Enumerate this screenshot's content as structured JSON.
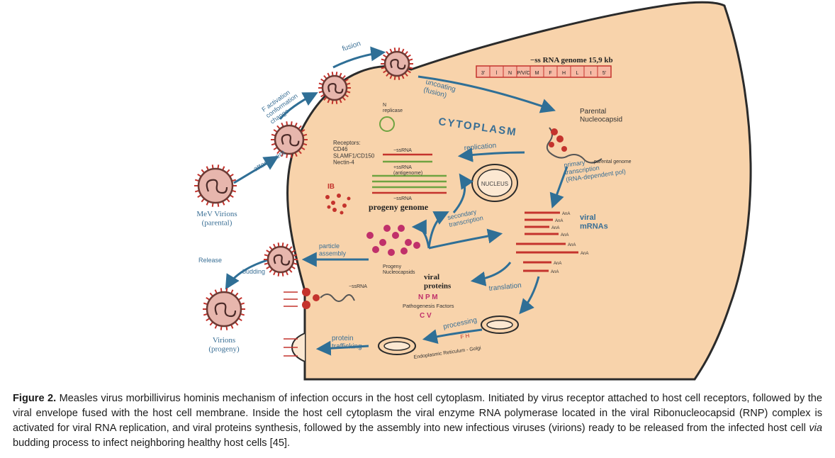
{
  "figure": {
    "cytoplasm": "CYTOPLASM",
    "rna_genome": "−ss RNA genome 15,9 kb",
    "genome_genes": [
      "3'",
      "l",
      "N",
      "P/V/C",
      "M",
      "F",
      "H",
      "L",
      "t",
      "5'"
    ],
    "entry_labels": {
      "attachment": "attachment",
      "fusion_activation": "F activation\nconformation\nchange",
      "fusion": "fusion",
      "uncoating": "uncoating\n(fusion)",
      "receptors": "Receptors:\nCD46\nSLAMF1/CD150\nNectin-4"
    },
    "parental_nucleocapsid": "Parental\nNucleocapsid",
    "parental_genome": "parental genome",
    "replication_labels": {
      "replication_tag": "N\nreplicase",
      "replication": "replication",
      "minus_ssrna": "−ssRNA",
      "plus_antigenome": "+ssRNA\n(antigenome)",
      "progeny_minus": "−ssRNA",
      "progeny_genome": "progeny genome"
    },
    "nucleus": "NUCLEUS",
    "ib": "IB",
    "primary_transcription": "primary\ntranscription\n(RNA-dependent pol)",
    "viral_mrnas": "viral\nmRNAs",
    "secondary_transcription": "secondary\ntranscription",
    "mrna_suffix": "AnA",
    "progeny_nucleocapsids": "Progeny\nNucleocapsids",
    "viral_proteins": "viral\nproteins",
    "protein_codes_top": "N  P  M",
    "pathogenesis": "Pathogenesis Factors",
    "protein_codes_bottom": "C  V",
    "translation": "translation",
    "particle_assembly": "particle\nassembly",
    "release": "Release",
    "budding": "budding",
    "minus_rna": "−ssRNA",
    "processing": "processing",
    "fh_glycoproteins": "F H",
    "er_golgi": "Endoplasmic Reticulum - Golgi",
    "protein_trafficking": "protein\ntrafficking",
    "parental_virus": "MeV Virions\n(parental)",
    "progeny_virus": "Virions\n(progeny)"
  },
  "caption": {
    "label": "Figure 2.",
    "text_1": " Measles virus morbillivirus hominis mechanism of infection occurs in the host cell cytoplasm. Initiated by virus receptor attached to host cell receptors, followed by the viral envelope fused with the host cell membrane. Inside the host cell cytoplasm the viral enzyme RNA polymerase located in the viral Ribonucleocapsid (RNP) complex is activated for viral RNA replication, and viral proteins synthesis, followed by the assembly into new infectious viruses (virions) ready to be released from the infected host cell ",
    "italic": "via",
    "text_2": " budding process to infect neighboring healthy host cells [45]."
  },
  "colors": {
    "cell_fill": "#f8d3ab",
    "membrane": "#2b2b2b",
    "arrow": "#2f6f96",
    "label_blue": "#3a6f95",
    "rna_red": "#c4332d",
    "virus_fill": "#e7b6ad",
    "protein_pink": "#c0306a"
  }
}
